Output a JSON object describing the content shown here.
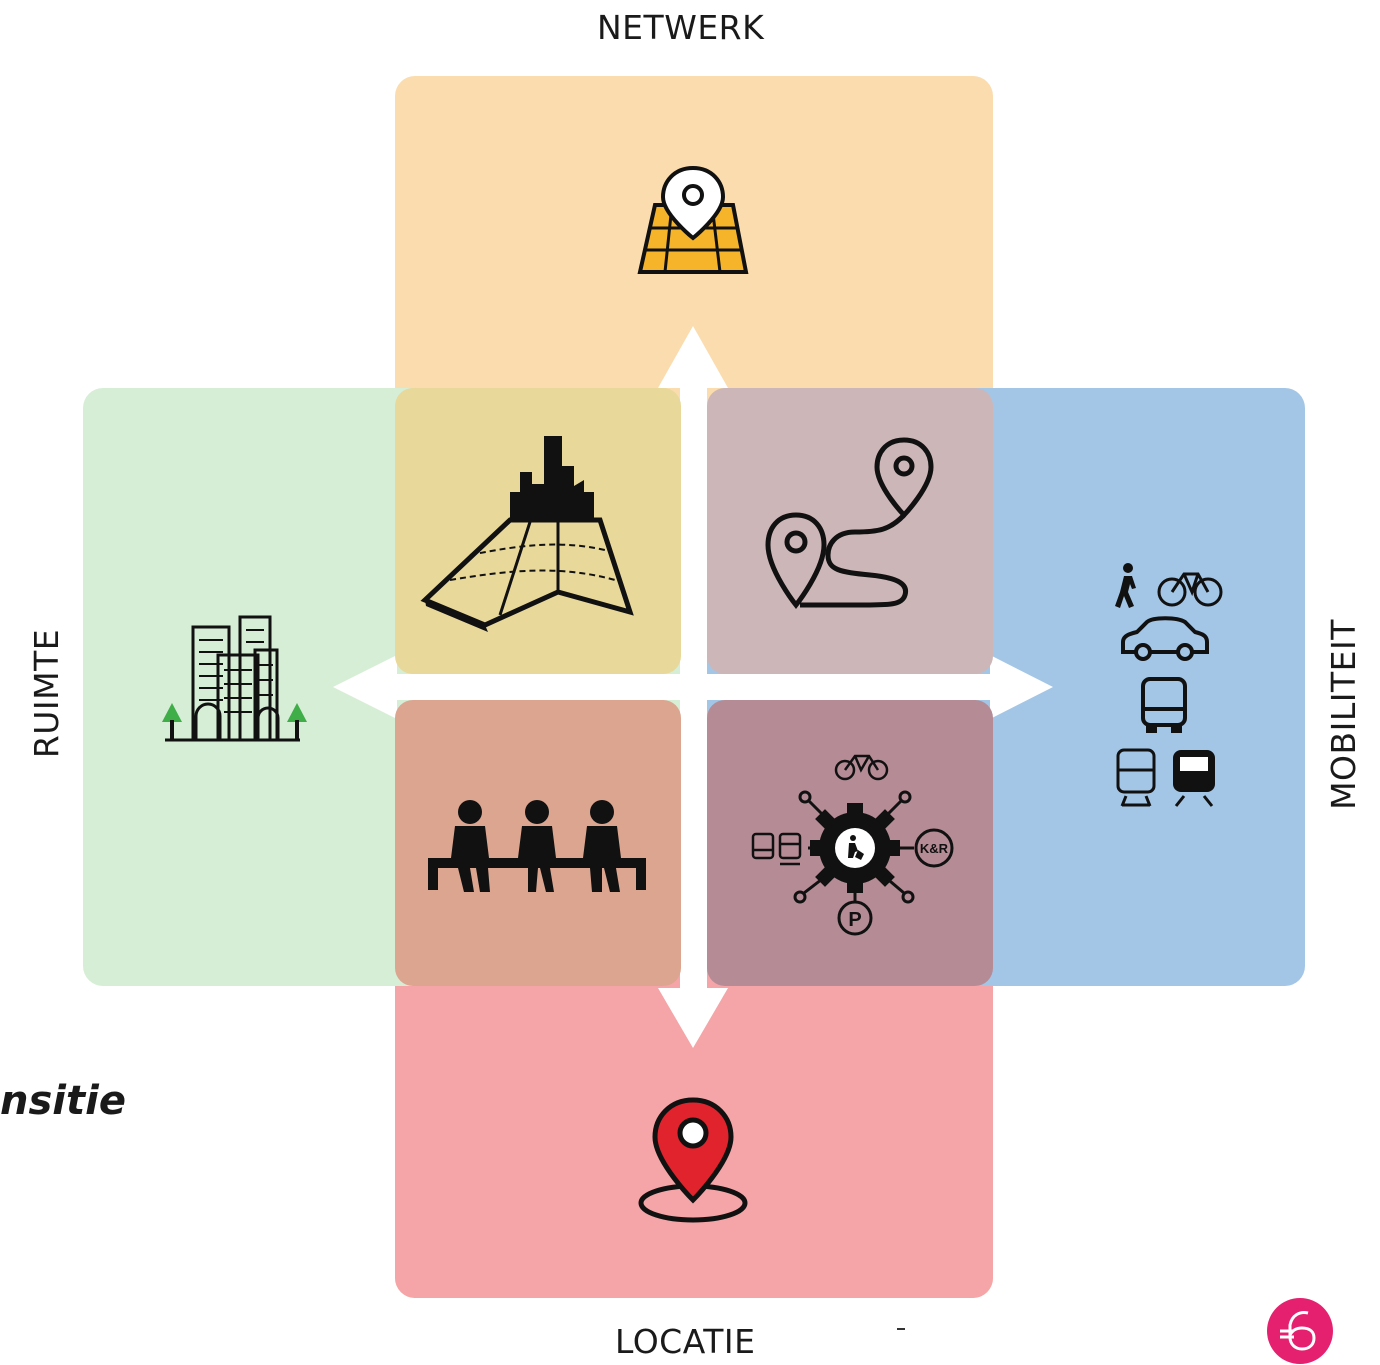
{
  "labels": {
    "top": "NETWERK",
    "bottom": "LOCATIE",
    "left": "RUIMTE",
    "right": "MOBILITEIT",
    "partial_text": "nsitie",
    "knr_badge": "K&R",
    "parking_badge": "P"
  },
  "colors": {
    "netwerk_panel": "#fadcae",
    "locatie_panel": "#f5a4a7",
    "ruimte_panel": "#d6edd6",
    "mobiliteit_panel": "#a3c6e6",
    "center_top_left": "#e8d899",
    "center_top_right": "#cdb6b8",
    "center_bottom_left": "#dba590",
    "center_bottom_right": "#b58c95",
    "pin_red": "#e0232c",
    "map_yellow": "#f5b42a",
    "tree_green": "#3fae49",
    "logo_pink": "#e5216f"
  },
  "icons": {
    "netwerk": "map-pin-icon",
    "locatie": "location-pin-icon",
    "ruimte": "city-buildings-icon",
    "mobiliteit": "transport-modes-icon",
    "center_top_left": "city-map-icon",
    "center_top_right": "route-icon",
    "center_bottom_left": "people-on-bench-icon",
    "center_bottom_right": "mobility-hub-icon"
  }
}
